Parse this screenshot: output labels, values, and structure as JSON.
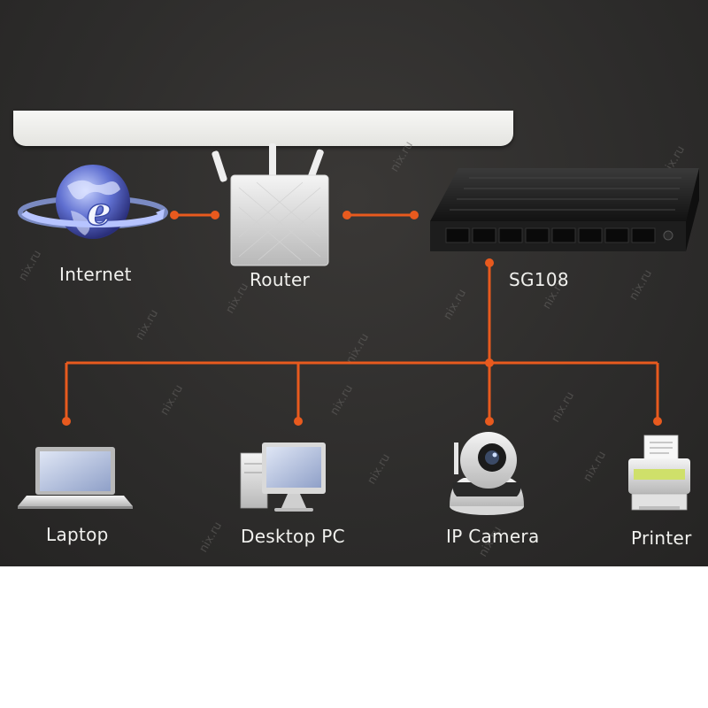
{
  "diagram": {
    "nodes": {
      "internet": {
        "label": "Internet",
        "icon": "globe-icon"
      },
      "router": {
        "label": "Router",
        "icon": "router-icon"
      },
      "switch": {
        "label": "SG108",
        "icon": "switch-icon"
      },
      "laptop": {
        "label": "Laptop",
        "icon": "laptop-icon"
      },
      "desktop": {
        "label": "Desktop PC",
        "icon": "desktop-pc-icon"
      },
      "camera": {
        "label": "IP Camera",
        "icon": "ip-camera-icon"
      },
      "printer": {
        "label": "Printer",
        "icon": "printer-icon"
      }
    },
    "edges": [
      {
        "from": "internet",
        "to": "router"
      },
      {
        "from": "router",
        "to": "switch"
      },
      {
        "from": "switch",
        "to": "laptop"
      },
      {
        "from": "switch",
        "to": "desktop"
      },
      {
        "from": "switch",
        "to": "camera"
      },
      {
        "from": "switch",
        "to": "printer"
      }
    ],
    "line_color": "#e85a1e",
    "background_color": "#2f2e2d",
    "watermark": "nix.ru"
  }
}
